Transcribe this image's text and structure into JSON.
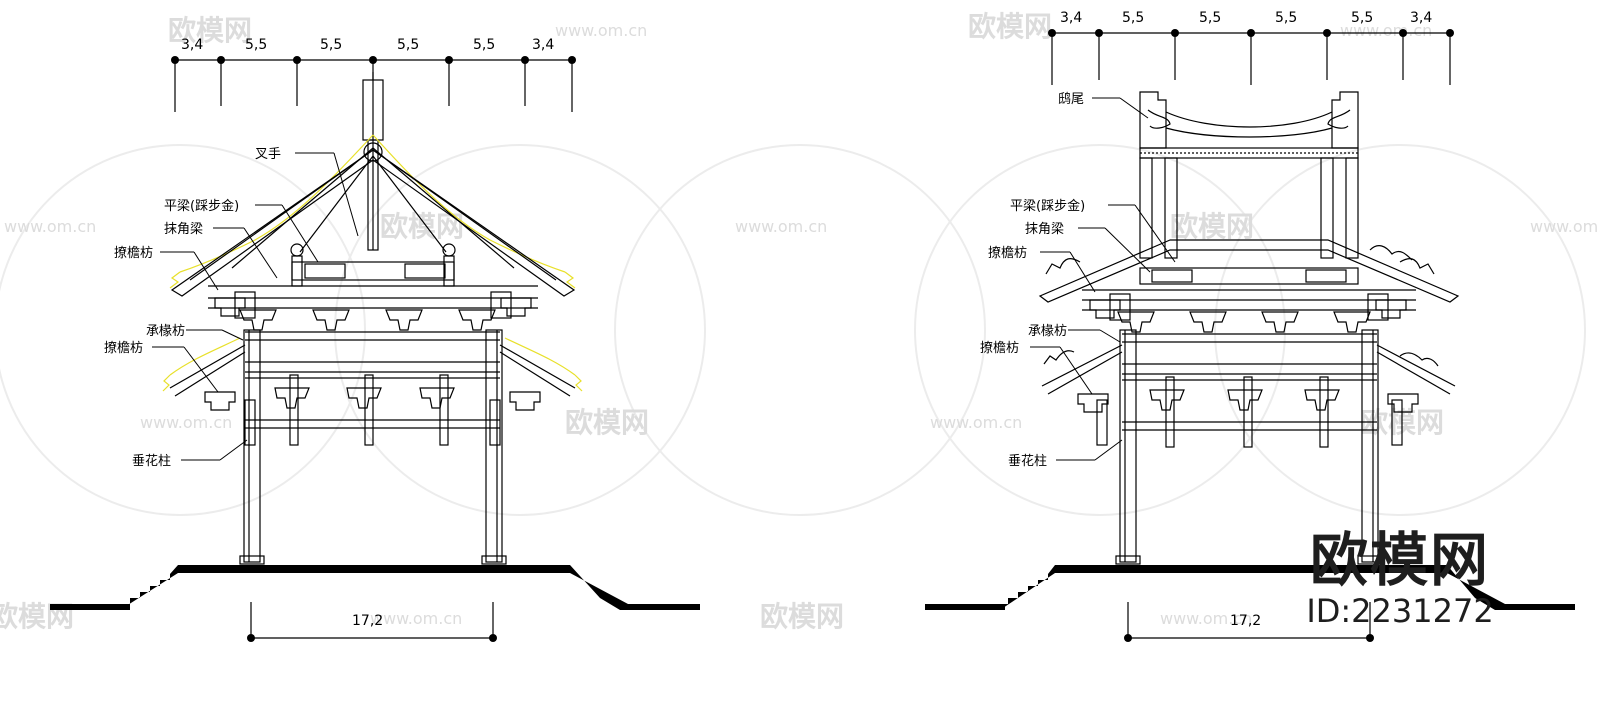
{
  "watermark": {
    "brand": "欧模网",
    "url": "www.om.cn",
    "id": "ID:2231272"
  },
  "left": {
    "top_dims": [
      "3,4",
      "5,5",
      "5,5",
      "5,5",
      "5,5",
      "3,4"
    ],
    "bottom_dim": "17,2",
    "labels": {
      "chashou": "叉手",
      "pingliang": "平梁(踩步金)",
      "mojiaoliang": "抹角梁",
      "liaoyanfang_upper": "撩檐枋",
      "chengchuanfang": "承椽枋",
      "liaoyanfang_lower": "撩檐枋",
      "chuihuazhu": "垂花柱"
    }
  },
  "right": {
    "top_dims": [
      "3,4",
      "5,5",
      "5,5",
      "5,5",
      "5,5",
      "3,4"
    ],
    "bottom_dim": "17,2",
    "labels": {
      "chiwei": "鸱尾",
      "pingliang": "平梁(踩步金)",
      "mojiaoliang": "抹角梁",
      "liaoyanfang_upper": "撩檐枋",
      "chengchuanfang": "承椽枋",
      "liaoyanfang_lower": "撩檐枋",
      "chuihuazhu": "垂花柱"
    }
  }
}
